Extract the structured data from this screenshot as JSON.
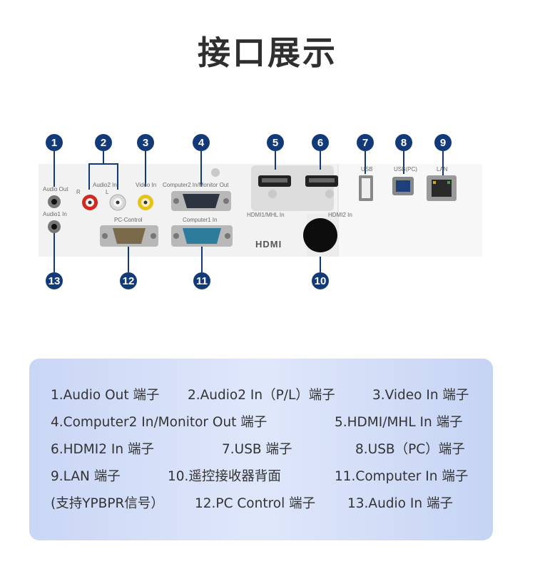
{
  "title": "接口展示",
  "port_labels": {
    "audio_out": "Audio Out",
    "audio1_in": "Audio1 In",
    "audio2_in": "Audio2 In",
    "r": "R",
    "l": "L",
    "video_in": "Video In",
    "computer2_in_monitor_out": "Computer2 In/Monitor Out",
    "pc_control": "PC-Control",
    "computer1_in": "Computer1 In",
    "hdmi1_mhl_in": "HDMI1/MHL In",
    "hdmi2_in": "HDMI2 In",
    "usb": "USB",
    "usb_pc": "USB(PC)",
    "lan": "LAN",
    "hdmi_logo": "HDMI"
  },
  "markers": [
    "1",
    "2",
    "3",
    "4",
    "5",
    "6",
    "7",
    "8",
    "9",
    "10",
    "11",
    "12",
    "13"
  ],
  "colors": {
    "marker": "#123a78",
    "legend_bg": "#d5dff7",
    "panel": "#f1f1f1"
  },
  "legend": {
    "row1": [
      "1.Audio Out 端子",
      "2.Audio2 In（P/L）端子",
      "3.Video In 端子"
    ],
    "row2": [
      "4.Computer2 In/Monitor Out 端子",
      "5.HDMI/MHL In 端子"
    ],
    "row3": [
      "6.HDMI2 In 端子",
      "7.USB 端子",
      "8.USB（PC）端子"
    ],
    "row4": [
      "9.LAN  端子",
      "10.遥控接收器背面",
      "11.Computer In 端子"
    ],
    "row5": [
      "(支持YPBPR信号）",
      "12.PC Control 端子",
      "13.Audio In 端子"
    ]
  }
}
